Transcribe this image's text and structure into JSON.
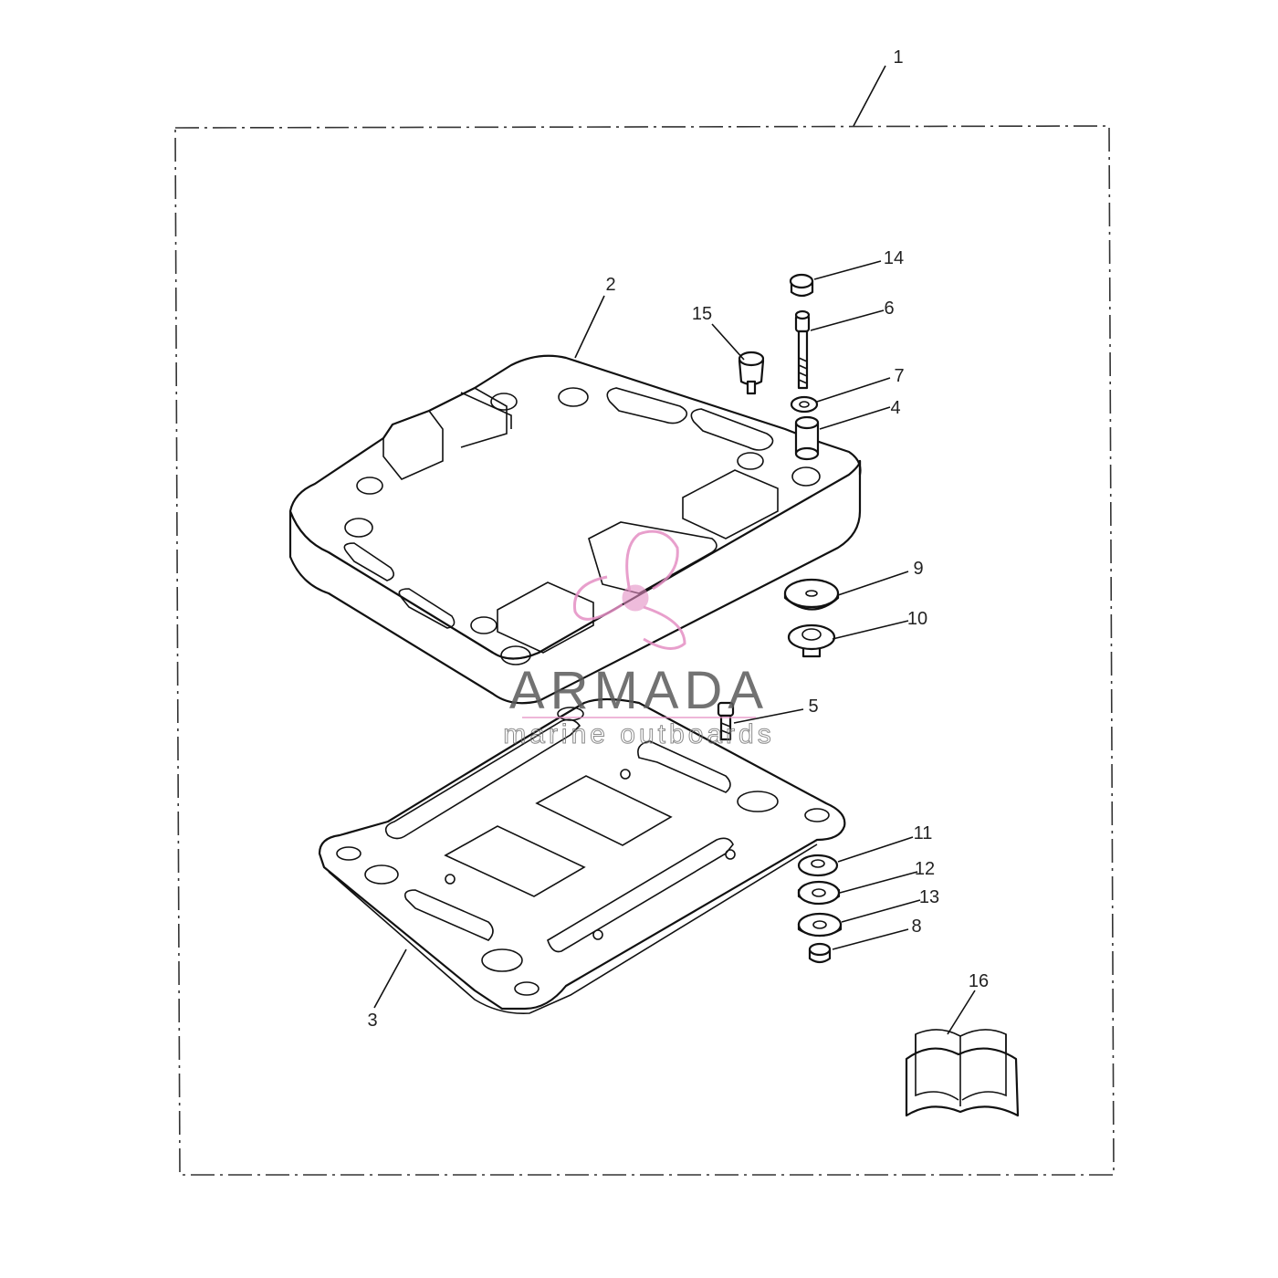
{
  "diagram": {
    "callouts": [
      {
        "id": "1",
        "label": "1"
      },
      {
        "id": "2",
        "label": "2"
      },
      {
        "id": "3",
        "label": "3"
      },
      {
        "id": "4",
        "label": "4"
      },
      {
        "id": "5",
        "label": "5"
      },
      {
        "id": "6",
        "label": "6"
      },
      {
        "id": "7",
        "label": "7"
      },
      {
        "id": "8",
        "label": "8"
      },
      {
        "id": "9",
        "label": "9"
      },
      {
        "id": "10",
        "label": "10"
      },
      {
        "id": "11",
        "label": "11"
      },
      {
        "id": "12",
        "label": "12"
      },
      {
        "id": "13",
        "label": "13"
      },
      {
        "id": "14",
        "label": "14"
      },
      {
        "id": "15",
        "label": "15"
      },
      {
        "id": "16",
        "label": "16"
      }
    ]
  },
  "watermark": {
    "brand": "ARMADA",
    "tagline": "marine outboards",
    "accent_color": "#e48fc4"
  },
  "colors": {
    "line": "#111111",
    "background": "#ffffff"
  }
}
